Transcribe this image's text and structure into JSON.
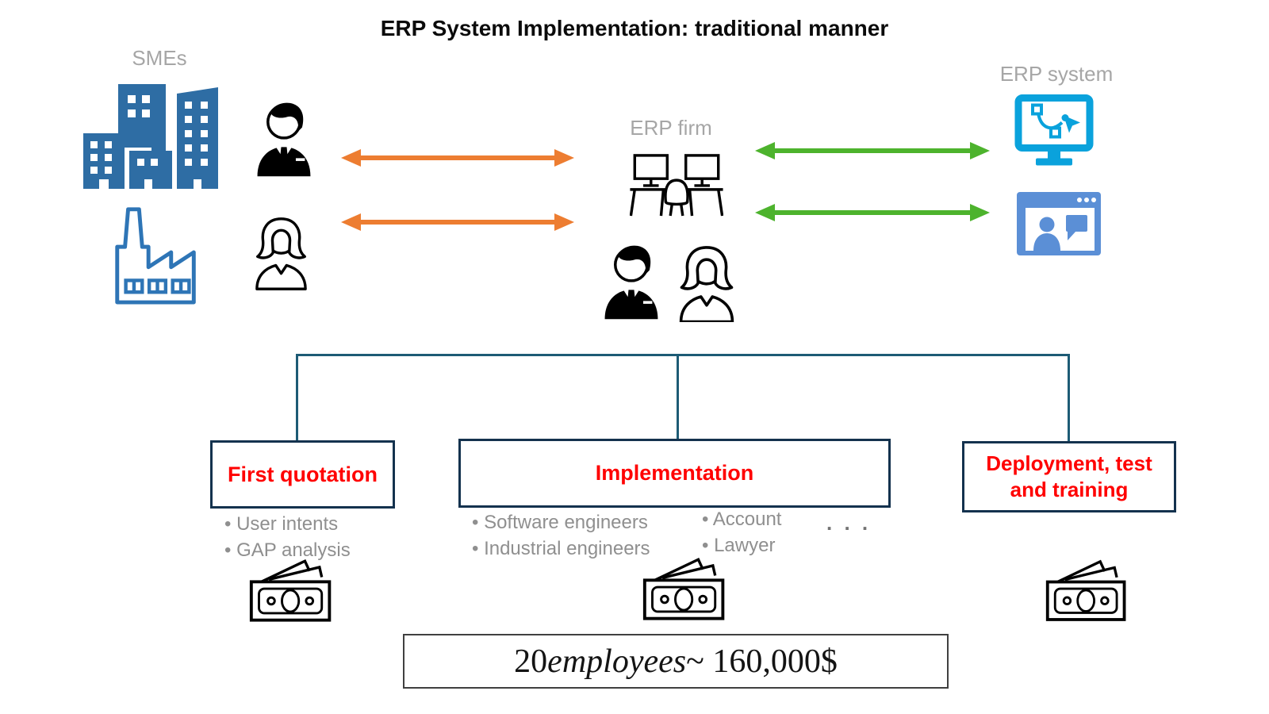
{
  "title": "ERP System Implementation: traditional manner",
  "smes": {
    "label": "SMEs"
  },
  "erp_firm": {
    "label": "ERP firm"
  },
  "erp_system": {
    "label": "ERP system"
  },
  "phases": {
    "first_quotation": {
      "label": "First quotation",
      "bullets": [
        "• User intents",
        "• GAP analysis"
      ]
    },
    "implementation": {
      "label": "Implementation",
      "bullets_left": [
        "• Software engineers",
        "• Industrial engineers"
      ],
      "bullets_right": [
        "• Account",
        "• Lawyer"
      ],
      "ellipsis": ". . ."
    },
    "deployment": {
      "label": "Deployment, test and training"
    }
  },
  "summary": {
    "prefix": "20 ",
    "italic": "employees",
    "suffix": " ~ 160,000$"
  },
  "icons": {
    "buildings": "smes-buildings-icon",
    "factory": "factory-icon",
    "businessman": "businessman-icon",
    "businesswoman": "businesswoman-icon",
    "desks": "office-desks-icon",
    "erp_monitor": "vector-design-monitor-icon",
    "video_window": "video-chat-window-icon",
    "money": "banknotes-icon"
  },
  "colors": {
    "accent_orange": "#ED7D31",
    "accent_green": "#4DB32D",
    "icon_blue": "#2E6DA4",
    "icon_factory_blue": "#2E75B6",
    "icon_cyan": "#0AA2DC",
    "icon_mid_blue": "#5B8FD6",
    "connector_teal": "#1D5B75",
    "box_border_navy": "#14324E",
    "label_red": "#FF0000",
    "label_gray": "#A6A6A6",
    "bullet_gray": "#8F8F8F"
  }
}
